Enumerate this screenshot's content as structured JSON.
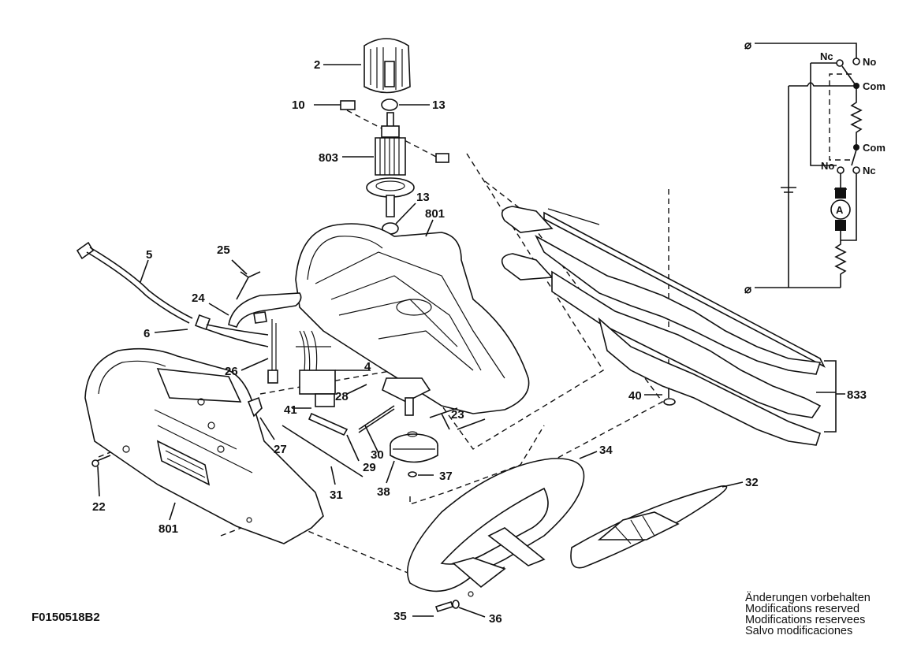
{
  "drawing": {
    "id": "F0150518B2",
    "notice_lines": [
      "Änderungen vorbehalten",
      "Modifications reserved",
      "Modifications reservees",
      "Salvo modificaciones"
    ]
  },
  "part_labels": {
    "p2": "2",
    "p10": "10",
    "p13a": "13",
    "p803": "803",
    "p13b": "13",
    "p801a": "801",
    "p5": "5",
    "p25": "25",
    "p24": "24",
    "p6": "6",
    "p26": "26",
    "p4": "4",
    "p28": "28",
    "p41": "41",
    "p27": "27",
    "p29": "29",
    "p30": "30",
    "p31": "31",
    "p23": "23",
    "p38": "38",
    "p37": "37",
    "p22": "22",
    "p801b": "801",
    "p40": "40",
    "p833": "833",
    "p34": "34",
    "p32": "32",
    "p35": "35",
    "p36": "36"
  },
  "schematic": {
    "terminal_nc_top": "Nc",
    "terminal_no_top": "No",
    "terminal_com_top": "Com",
    "terminal_com_bottom": "Com",
    "terminal_no_bottom": "No",
    "terminal_nc_bottom": "Nc",
    "motor_symbol": "A",
    "phase_symbol_top": "⌀",
    "phase_symbol_bottom": "⌀"
  }
}
